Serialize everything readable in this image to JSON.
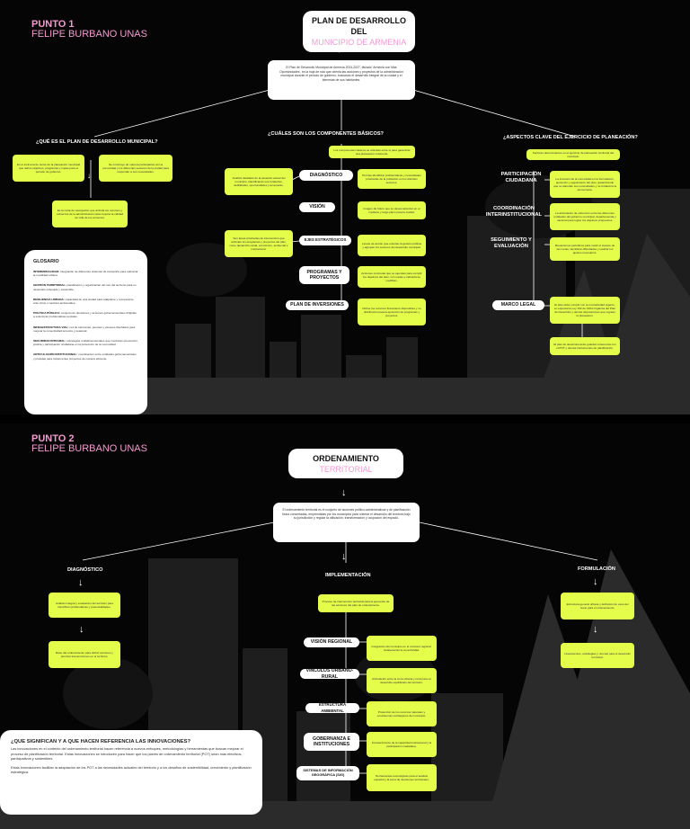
{
  "punto1": {
    "label": "PUNTO 1",
    "author": "FELIPE BURBANO UNAS",
    "title_line1": "PLAN DE DESARROLLO DEL",
    "title_line2": "MUNICIPIO DE ARMENIA",
    "intro": "El Plan de Desarrollo Municipal de Armenia 2024-2027, titulado 'Armenia con Más Oportunidades', es la hoja de ruta que orienta las acciones y proyectos de la administración municipal durante el periodo de gobierno, buscando el desarrollo integral de la ciudad y el bienestar de sus habitantes.",
    "q_what": "¿QUÉ ES EL PLAN DE DESARROLLO MUNICIPAL?",
    "q_components": "¿CUÁLES SON LOS COMPONENTES BÁSICOS?",
    "q_aspects": "¿ASPECTOS CLAVE DEL EJERCICIO DE PLANEACIÓN?",
    "what_boxes": [
      "Es el instrumento rector de la planeación municipal que define objetivos, programas y metas para el periodo de gobierno.",
      "Se construye de manera participativa con la comunidad y los diferentes sectores de la ciudad para responder a sus necesidades.",
      "Es la carta de navegación que articula los recursos y esfuerzos de la administración para mejorar la calidad de vida de los armenios."
    ],
    "components_intro": "Los componentes básicos se articulan entre sí para garantizar una planeación coherente.",
    "components": [
      {
        "name": "DIAGNÓSTICO",
        "left": "Análisis detallado de la situación actual del municipio, identificando sus fortalezas, debilidades, oportunidades y amenazas.",
        "right": "Permite identificar problemáticas y necesidades prioritarias de la población en los distintos sectores."
      },
      {
        "name": "VISIÓN",
        "left": "",
        "right": "Imagen de futuro que se desea alcanzar en el mediano y largo plazo para la ciudad."
      },
      {
        "name": "EJES ESTRATÉGICOS",
        "left": "Son áreas prioritarias de intervención que articulan los programas y proyectos del plan, como desarrollo social, económico, ambiental e institucional.",
        "right": "Líneas de acción que orientan la gestión pública y agrupan los sectores del desarrollo municipal."
      },
      {
        "name": "PROGRAMAS Y PROYECTOS",
        "left": "",
        "right": "Acciones concretas que se ejecutan para cumplir los objetivos del plan, con metas e indicadores medibles."
      },
      {
        "name": "PLAN DE INVERSIONES",
        "left": "",
        "right": "Define los recursos financieros disponibles y su distribución para la ejecución de programas y proyectos."
      }
    ],
    "aspects_intro": "Factores determinantes en el ejercicio de planeación territorial del municipio.",
    "aspects": [
      {
        "name": "PARTICIPACIÓN CIUDADANA",
        "desc": "La inclusión de la comunidad en la formulación, ejecución y seguimiento del plan, garantizando que se atiendan sus necesidades y se fortalezca la democracia."
      },
      {
        "name": "COORDINACIÓN INTERINSTITUCIONAL",
        "desc": "La articulación de esfuerzos entre las diferentes entidades del gobierno municipal, departamental y nacional para lograr los objetivos propuestos."
      },
      {
        "name": "SEGUIMIENTO Y EVALUACIÓN",
        "desc": "Mecanismos periódicos para medir el avance de las metas, identificar dificultades y realizar los ajustes necesarios."
      },
      {
        "name": "MARCO LEGAL",
        "desc": "El plan debe cumplir con la normatividad vigente, en especial la Ley 152 de 1994 Orgánica del Plan de Desarrollo y demás disposiciones que regulan la planeación."
      }
    ],
    "aspects_extra": "El plan de desarrollo debe guardar coherencia con el POT y demás instrumentos de planificación.",
    "glossary_title": "GLOSARIO",
    "glossary": [
      {
        "term": "INTERMODALIDAD:",
        "def": "integración de diferentes sistemas de transporte para optimizar la movilidad urbana."
      },
      {
        "term": "GESTIÓN TERRITORIAL:",
        "def": "planificación y organización del uso del territorio para su desarrollo ordenado y sostenible."
      },
      {
        "term": "RESILIENCIA URBANA:",
        "def": "capacidad de una ciudad para adaptarse y recuperarse ante crisis o cambios ambientales."
      },
      {
        "term": "POLÍTICA PÚBLICA:",
        "def": "conjunto de decisiones y acciones gubernamentales dirigidas a solucionar problemáticas sociales."
      },
      {
        "term": "INFRAESTRUCTURA VIAL:",
        "def": "red de carreteras, puentes y accesos diseñados para mejorar la conectividad terrestre y peatonal."
      },
      {
        "term": "SEGURIDAD INTEGRAL:",
        "def": "estrategias multidimensionales que combinan prevención, justicia y participación ciudadana en la protección de la comunidad."
      },
      {
        "term": "ARTICULACIÓN INSTITUCIONAL:",
        "def": "coordinación entre entidades gubernamentales y privadas para implementar proyectos de manera eficiente."
      }
    ]
  },
  "punto2": {
    "label": "PUNTO 2",
    "author": "FELIPE BURBANO UNAS",
    "title_line1": "ORDENAMIENTO",
    "title_line2": "TERRITORIAL",
    "intro": "El ordenamiento territorial es el conjunto de acciones político-administrativas y de planificación física concertadas, emprendidas por los municipios para orientar el desarrollo del territorio bajo su jurisdicción y regular la utilización, transformación y ocupación del espacio.",
    "stages": [
      "DIAGNÓSTICO",
      "IMPLEMENTACIÓN",
      "FORMULACIÓN"
    ],
    "diag_boxes": [
      "Análisis integral y evaluación del territorio para identificar problemáticas y potencialidades.",
      "Base del ordenamiento para definir acciones y priorizar intervenciones en el territorio."
    ],
    "impl_intro": "Proceso de intervención territorial para la ejecución de las acciones del plan de ordenamiento.",
    "impl_items": [
      {
        "name": "VISIÓN REGIONAL",
        "desc": "Integración del municipio en el contexto regional, fortaleciendo la conectividad."
      },
      {
        "name": "VÍNCULOS URBANO-RURAL",
        "desc": "Articulación entre la zona urbana y rural para un desarrollo equilibrado del territorio."
      },
      {
        "name": "ESTRUCTURA AMBIENTAL",
        "desc": "Protección de los recursos naturales y ecosistemas estratégicos del municipio."
      },
      {
        "name": "GOBERNANZA E INSTITUCIONES",
        "desc": "Fortalecimiento de la capacidad institucional y la participación ciudadana."
      },
      {
        "name": "SISTEMAS DE INFORMACIÓN GEOGRÁFICA (SIG)",
        "desc": "Herramientas tecnológicas para el análisis espacial y la toma de decisiones territoriales."
      }
    ],
    "form_boxes": [
      "Estructura general urbana y definición de usos del suelo para el ordenamiento.",
      "Lineamientos, estrategias y normas para el desarrollo territorial."
    ],
    "innov_title": "¿QUE SIGNIFICAN Y A QUE HACEN REFERENCIA LAS INNOVACIONES?",
    "innov_p1": "Las innovaciones en el contexto del ordenamiento territorial hacen referencia a nuevos enfoques, metodologías y herramientas que buscan mejorar el proceso de planificación territorial. Estas innovaciones se introducen para hacer que los planes de ordenamiento territorial (POT) sean más efectivos, participativos y sostenibles.",
    "innov_p2": "Estas innovaciones facilitan la adaptación de los POT a las necesidades actuales del territorio y a los desafíos de sostenibilidad, crecimiento y planificación estratégica."
  }
}
